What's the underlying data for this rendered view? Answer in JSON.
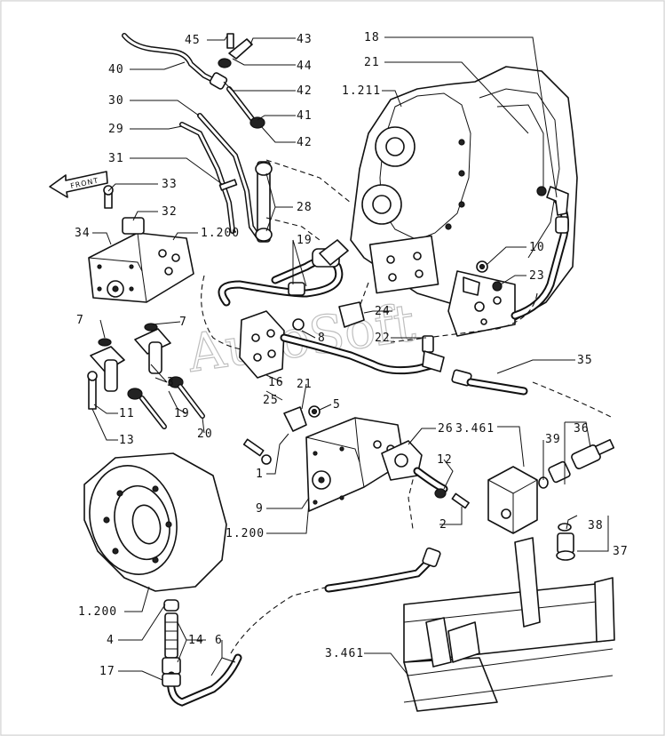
{
  "diagram": {
    "watermark": "AutoSoft",
    "front_arrow_label": "FRONT",
    "callouts": {
      "c45": "45",
      "c43": "43",
      "c44": "44",
      "c40": "40",
      "c42a": "42",
      "c41": "41",
      "c42b": "42",
      "c30": "30",
      "c29": "29",
      "c31": "31",
      "c33": "33",
      "c32": "32",
      "c34": "34",
      "c1200a": "1.200",
      "c28": "28",
      "c19a": "19",
      "c18": "18",
      "c21a": "21",
      "c1211": "1.211",
      "c10": "10",
      "c23": "23",
      "c24": "24",
      "c22": "22",
      "c35": "35",
      "c7a": "7",
      "c7b": "7",
      "c3": "3",
      "c11": "11",
      "c19b": "19",
      "c13": "13",
      "c20": "20",
      "c8": "8",
      "c16": "16",
      "c25": "25",
      "c21b": "21",
      "c5": "5",
      "c26": "26",
      "c3461a": "3.461",
      "c36": "36",
      "c39": "39",
      "c1": "1",
      "c9": "9",
      "c1200b": "1.200",
      "c12": "12",
      "c2": "2",
      "c38": "38",
      "c37": "37",
      "c1200c": "1.200",
      "c4": "4",
      "c14": "14",
      "c6": "6",
      "c17": "17",
      "c3461b": "3.461"
    }
  }
}
